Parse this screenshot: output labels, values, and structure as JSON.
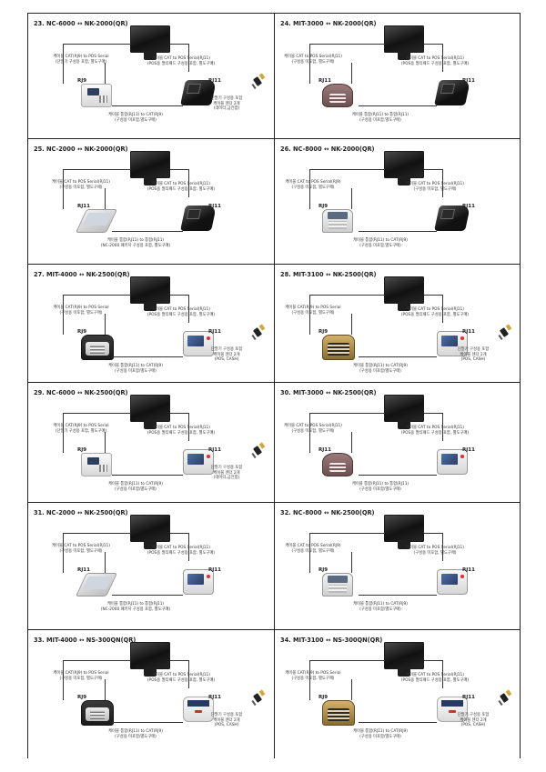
{
  "colors": {
    "border": "#222222",
    "cable": "#333333",
    "text": "#222222"
  },
  "cells": [
    {
      "title": "23. NC-6000 ↔ NK-2000(QR)",
      "labels": [
        [
          "케이블 CAT(RJ9) to POS Serial",
          "(단말기 구성용 포함, 별도구매)"
        ],
        [
          "케이블 CAT to POS Serial(RJ11)",
          "(POS용 멀티패드 구성용 포함, 별도구매)"
        ],
        [
          "케이블 통합(RJ11) to CAT(RJ9)",
          "(구성용 미포함,별도구매)"
        ],
        [
          "단말기 구성용 포함",
          "케이블 젠더 2개",
          "(데이터,금전함)"
        ]
      ],
      "ports": [
        "RJ9",
        "RJ11"
      ]
    },
    {
      "title": "24. MIT-3000 ↔ NK-2000(QR)",
      "labels": [
        [
          "케이블 CAT to POS Serial(RJ11)",
          "(구성용 미포함, 별도구매)"
        ],
        [
          "케이블 CAT to POS Serial(RJ11)",
          "(POS용 멀티패드 구성용 포함, 별도구매)"
        ],
        [
          "케이블 통합(RJ11) to 통합(RJ11)",
          "(구성용 미포함,별도구매)"
        ]
      ],
      "ports": [
        "RJ11",
        "RJ11"
      ]
    },
    {
      "title": "25. NC-2000 ↔ NK-2000(QR)",
      "labels": [
        [
          "케이블 CAT to POS Serial(RJ11)",
          "(구성용 미포함, 별도구매)"
        ],
        [
          "케이블 CAT to POS Serial(RJ11)",
          "(POS용 멀티패드 구성용 포함, 별도구매)"
        ],
        [
          "케이블 통합(RJ11) to 통합(RJ11)",
          "(NC-2000 패키지 구성용 포함, 별도구매)"
        ]
      ],
      "ports": [
        "RJ11",
        "RJ11"
      ]
    },
    {
      "title": "26. NC-8000 ↔ NK-2000(QR)",
      "labels": [
        [
          "케이블 CAT to POS Serial(RJ9)",
          "(구성용 미포함, 별도구매)"
        ],
        [
          "케이블 CAT to POS Serial(RJ11)",
          "(구성용 미포함, 별도구매)"
        ],
        [
          "케이블 통합(RJ11) to CAT(RJ9)",
          "(구성용 미포함,별도구매)"
        ]
      ],
      "ports": [
        "RJ9",
        "RJ11"
      ]
    },
    {
      "title": "27. MIT-4000 ↔ NK-2500(QR)",
      "labels": [
        [
          "케이블 CAT(RJ9) to POS Serial",
          "(구성용 미포함, 별도구매)"
        ],
        [
          "케이블 CAT to POS Serial(RJ11)",
          "(POS용 멀티패드 구성용 포함, 별도구매)"
        ],
        [
          "케이블 통합(RJ11) to CAT(RJ9)",
          "(구성용 미포함/별도구매)"
        ],
        [
          "단말기 구성용 포함",
          "케이블 젠더 2개",
          "(POS, CASH)"
        ]
      ],
      "ports": [
        "RJ9",
        "RJ11"
      ]
    },
    {
      "title": "28. MIT-3100 ↔ NK-2500(QR)",
      "labels": [
        [
          "케이블 CAT(RJ9) to POS Serial",
          "(구성용 미포함, 별도구매)"
        ],
        [
          "케이블 CAT to POS Serial(RJ11)",
          "(POS용 멀티패드 구성용 포함, 별도구매)"
        ],
        [
          "케이블 통합(RJ11) to CAT(RJ9)",
          "(구성용 미포함/별도구매)"
        ],
        [
          "단말기 구성용 포함",
          "케이블 젠더 2개",
          "(POS, CASH)"
        ]
      ],
      "ports": [
        "RJ9",
        "RJ11"
      ]
    },
    {
      "title": "29. NC-6000 ↔ NK-2500(QR)",
      "labels": [
        [
          "케이블 CAT(RJ9) to POS Serial",
          "(단말기 구성용 포함, 별도구매)"
        ],
        [
          "케이블 CAT to POS Serial(RJ11)",
          "(POS용 멀티패드 구성용 포함, 별도구매)"
        ],
        [
          "케이블 통합(RJ11) to CAT(RJ9)",
          "(구성용 미포함/별도구매)"
        ],
        [
          "단말기 구성용 포함",
          "케이블 젠더 2개",
          "(데이터,금전함)"
        ]
      ],
      "ports": [
        "RJ9",
        "RJ11"
      ]
    },
    {
      "title": "30. MIT-3000 ↔ NK-2500(QR)",
      "labels": [
        [
          "케이블 CAT to POS Serial(RJ11)",
          "(구성용 미포함, 별도구매)"
        ],
        [
          "케이블 CAT to POS Serial(RJ11)",
          "(POS용 멀티패드 구성용 포함, 별도구매)"
        ],
        [
          "케이블 통합(RJ11) to 통합(RJ11)",
          "(구성용 미포함/별도구매)"
        ]
      ],
      "ports": [
        "RJ11",
        "RJ11"
      ]
    },
    {
      "title": "31. NC-2000 ↔ NK-2500(QR)",
      "labels": [
        [
          "케이블 CAT to POS Serial(RJ11)",
          "(구성용 미포함, 별도구매)"
        ],
        [
          "케이블 CAT to POS Serial(RJ11)",
          "(POS용 멀티패드 구성용 포함, 별도구매)"
        ],
        [
          "케이블 통합(RJ11) to 통합(RJ11)",
          "(NC-2000 패키지 구성용 포함, 별도구매)"
        ]
      ],
      "ports": [
        "RJ11",
        "RJ11"
      ]
    },
    {
      "title": "32. NC-8000 ↔ NK-2500(QR)",
      "labels": [
        [
          "케이블 CAT to POS Serial(RJ9)",
          "(구성용 미포함, 별도구매)"
        ],
        [
          "케이블 CAT to POS Serial(RJ11)",
          "(구성용 미포함, 별도구매)"
        ],
        [
          "케이블 통합(RJ11) to CAT(RJ9)",
          "(구성용 미포함/별도구매)"
        ]
      ],
      "ports": [
        "RJ9",
        "RJ11"
      ]
    },
    {
      "title": "33. MIT-4000 ↔ NS-300QN(QR)",
      "labels": [
        [
          "케이블 CAT(RJ9) to POS Serial",
          "(구성용 미포함, 별도구매)"
        ],
        [
          "케이블 CAT to POS Serial(RJ11)",
          "(POS용 멀티패드 구성용 포함, 별도구매)"
        ],
        [
          "케이블 통합(RJ11) to CAT(RJ9)",
          "(구성용 미포함/별도구매)"
        ],
        [
          "단말기 구성용 포함",
          "케이블 젠더 2개",
          "(POS, CASH)"
        ]
      ],
      "ports": [
        "RJ9",
        "RJ11"
      ]
    },
    {
      "title": "34. MIT-3100 ↔ NS-300QN(QR)",
      "labels": [
        [
          "케이블 CAT(RJ9) to POS Serial",
          "(구성용 미포함, 별도구매)"
        ],
        [
          "케이블 CAT to POS Serial(RJ11)",
          "(POS용 멀티패드 구성용 포함, 별도구매)"
        ],
        [
          "케이블 통합(RJ11) to CAT(RJ9)",
          "(구성용 미포함/별도구매)"
        ],
        [
          "단말기 구성용 포함",
          "케이블 젠더 2개",
          "(POS, CASH)"
        ]
      ],
      "ports": [
        "RJ9",
        "RJ11"
      ]
    }
  ],
  "device_kinds": [
    {
      "left": "term-white",
      "right": "term-black"
    },
    {
      "left": "term-red",
      "right": "term-black"
    },
    {
      "left": "term-tablet",
      "right": "term-black"
    },
    {
      "left": "term-gray",
      "right": "term-black"
    },
    {
      "left": "term-mit",
      "right": "term-signpad"
    },
    {
      "left": "term-gold",
      "right": "term-signpad"
    },
    {
      "left": "term-white",
      "right": "term-signpad"
    },
    {
      "left": "term-red",
      "right": "term-signpad"
    },
    {
      "left": "term-tablet",
      "right": "term-signpad"
    },
    {
      "left": "term-gray",
      "right": "term-signpad"
    },
    {
      "left": "term-mit",
      "right": "term-ns"
    },
    {
      "left": "term-gold",
      "right": "term-ns"
    }
  ],
  "icons": {
    "monitor": "pos-monitor-icon",
    "gender": "cable-gender-icon"
  }
}
